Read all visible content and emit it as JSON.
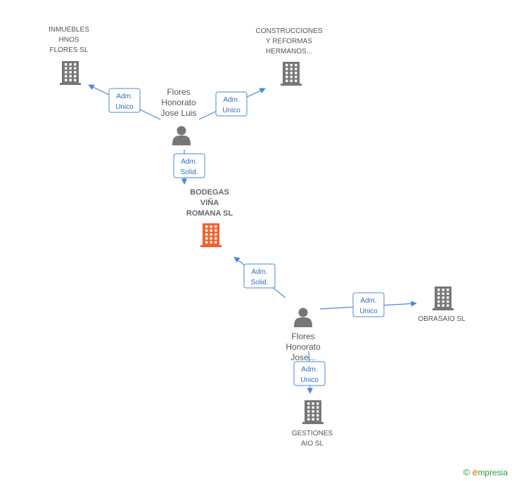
{
  "diagram": {
    "colors": {
      "edge": "#4a8ad4",
      "company": "#777777",
      "company_main": "#f2622e",
      "person": "#777777",
      "label_border": "#4a8ad4"
    },
    "companies": [
      {
        "id": "inmuebles",
        "lines": [
          "INMUEBLES",
          "HNOS",
          "FLORES SL"
        ],
        "icon": "building-icon",
        "highlight": false
      },
      {
        "id": "construcciones",
        "lines": [
          "CONSTRUCCIONES",
          "Y REFORMAS",
          "HERMANOS..."
        ],
        "icon": "building-icon",
        "highlight": false
      },
      {
        "id": "bodegas",
        "lines": [
          "BODEGAS",
          "VIÑA",
          "ROMANA SL"
        ],
        "icon": "building-icon",
        "highlight": true
      },
      {
        "id": "obrasaio",
        "lines": [
          "OBRASAIO SL"
        ],
        "icon": "building-icon",
        "highlight": false
      },
      {
        "id": "gestiones",
        "lines": [
          "GESTIONES",
          "AIO SL"
        ],
        "icon": "building-icon",
        "highlight": false
      }
    ],
    "persons": [
      {
        "id": "p1",
        "lines": [
          "Flores",
          "Honorato",
          "Jose Luis"
        ],
        "icon": "person-icon"
      },
      {
        "id": "p2",
        "lines": [
          "Flores",
          "Honorato",
          "Jose..."
        ],
        "icon": "person-icon"
      }
    ],
    "relations": [
      {
        "from": "p1",
        "to": "inmuebles",
        "lines": [
          "Adm.",
          "Unico"
        ]
      },
      {
        "from": "p1",
        "to": "construcciones",
        "lines": [
          "Adm.",
          "Unico"
        ]
      },
      {
        "from": "p1",
        "to": "bodegas",
        "lines": [
          "Adm.",
          "Solid."
        ]
      },
      {
        "from": "p2",
        "to": "bodegas",
        "lines": [
          "Adm.",
          "Solid."
        ]
      },
      {
        "from": "p2",
        "to": "obrasaio",
        "lines": [
          "Adm.",
          "Unico"
        ]
      },
      {
        "from": "p2",
        "to": "gestiones",
        "lines": [
          "Adm.",
          "Unico"
        ]
      }
    ]
  },
  "footer": {
    "copyright_symbol": "©",
    "brand_initial": "e",
    "brand_rest": "mpresia"
  }
}
